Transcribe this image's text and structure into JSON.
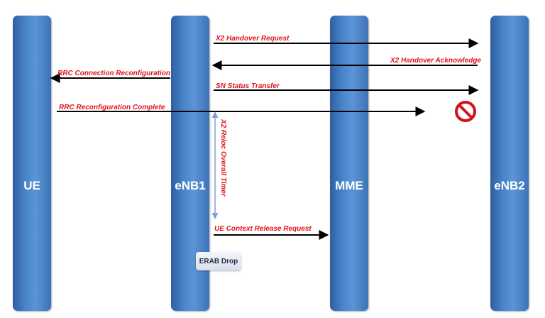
{
  "lanes": {
    "ue": "UE",
    "enb1": "eNB1",
    "mme": "MME",
    "enb2": "eNB2"
  },
  "messages": {
    "x2_handover_request": "X2 Handover Request",
    "x2_handover_ack": "X2 Handover Acknowledge",
    "rrc_conn_reconfig": "RRC Connection Reconfiguration",
    "sn_status_transfer": "SN Status Transfer",
    "rrc_reconfig_complete": "RRC Reconfiguration Complete",
    "ue_context_release_request": "UE Context Release Request"
  },
  "timer_label": "X2 Reloc Overall Timer",
  "erab_drop": "ERAB Drop",
  "colors": {
    "lane": "#4b86cc",
    "message_text": "#e0141e",
    "timer_arrow": "#8fb0e0",
    "blocked_icon": "#e0141e"
  },
  "icons": {
    "blocked": "no-entry-icon"
  }
}
